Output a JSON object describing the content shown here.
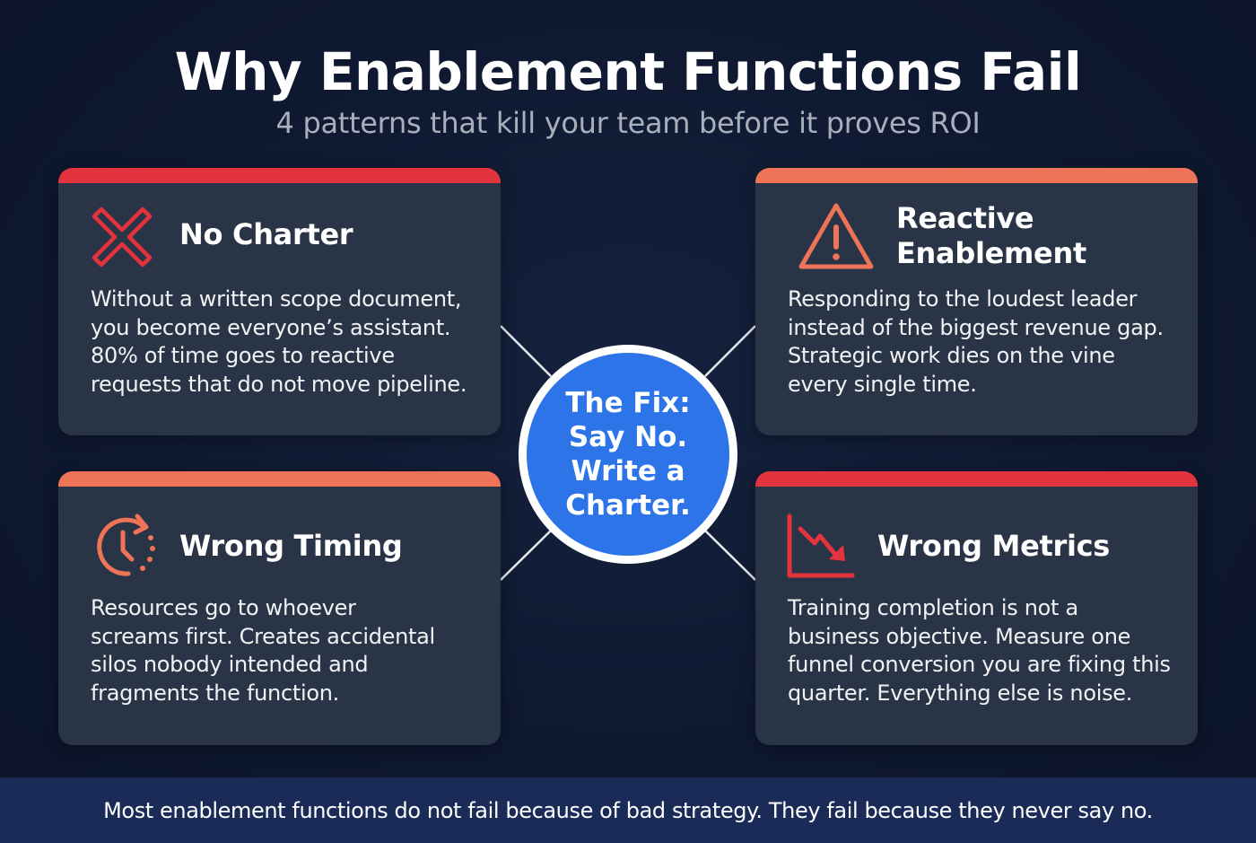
{
  "header": {
    "title": "Why Enablement Functions Fail",
    "subtitle": "4 patterns that kill your team before it proves ROI"
  },
  "colors": {
    "background": "#0e1830",
    "card": "#2a3447",
    "red_accent": "#e2333e",
    "orange_accent": "#ee7357",
    "hub_blue": "#2d74e8",
    "footer": "#1a2b58"
  },
  "cards": [
    {
      "position": "top-left",
      "icon": "x-icon",
      "accent": "#e2333e",
      "title": "No Charter",
      "body_lines": [
        "Without a written scope document,",
        "you become everyone’s assistant.",
        "80% of time goes to reactive",
        "requests that do not move pipeline."
      ]
    },
    {
      "position": "top-right",
      "icon": "warning-triangle-icon",
      "accent": "#ee7357",
      "title_lines": [
        "Reactive",
        "Enablement"
      ],
      "body_lines": [
        "Responding to the loudest leader",
        "instead of the biggest revenue gap.",
        "Strategic work dies on the vine",
        "every single time."
      ]
    },
    {
      "position": "bottom-left",
      "icon": "clock-refresh-icon",
      "accent": "#ee7357",
      "title": "Wrong Timing",
      "body_lines": [
        "Resources go to whoever",
        "screams first. Creates accidental",
        "silos nobody intended and",
        "fragments the function."
      ]
    },
    {
      "position": "bottom-right",
      "icon": "trend-down-chart-icon",
      "accent": "#e2333e",
      "title": "Wrong Metrics",
      "body_lines": [
        "Training completion is not a",
        "business objective. Measure one",
        "funnel conversion you are fixing this",
        "quarter. Everything else is noise."
      ]
    }
  ],
  "hub": {
    "lines": [
      "The Fix:",
      "Say No.",
      "Write a",
      "Charter."
    ]
  },
  "footer": {
    "text": "Most enablement functions do not fail because of bad strategy. They fail because they never say no."
  }
}
